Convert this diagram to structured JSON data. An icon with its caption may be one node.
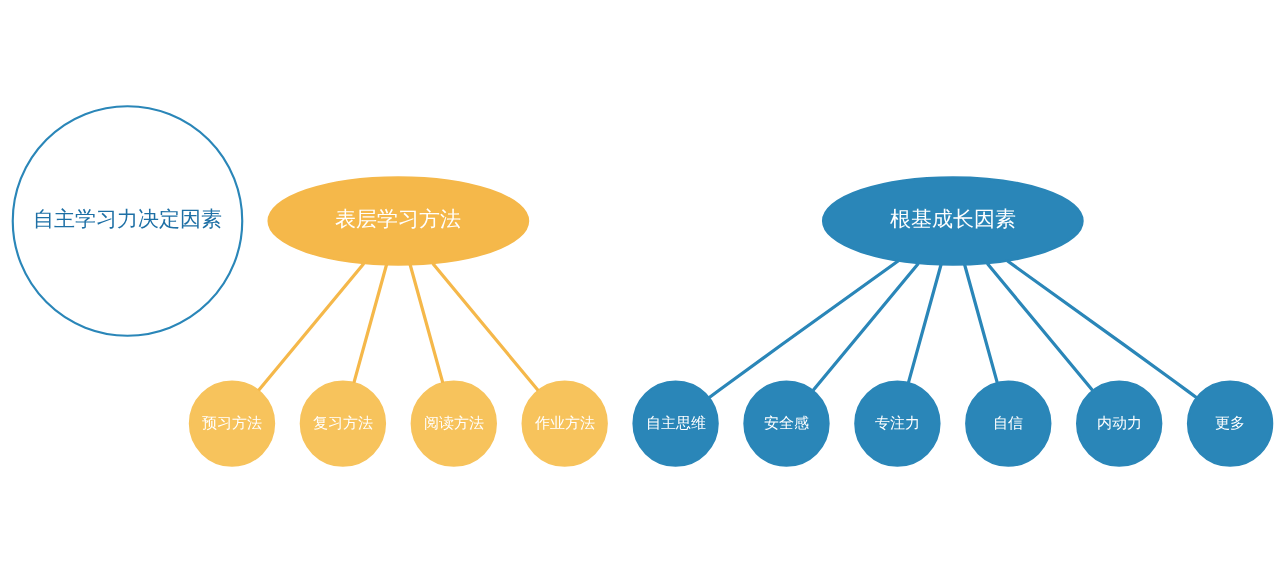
{
  "diagram": {
    "nodes": [
      {
        "text": [
          "自主学习力决定因素"
        ]
      },
      {
        "text": [
          "表层学习方法"
        ]
      },
      {
        "text": [
          "根基成长因素"
        ]
      },
      {
        "text": [
          "预习方法"
        ]
      },
      {
        "text": [
          "复习方法"
        ]
      },
      {
        "text": [
          "阅读方法"
        ]
      },
      {
        "text": [
          "作业方法"
        ]
      },
      {
        "text": [
          "自主思维"
        ]
      },
      {
        "text": [
          "安全感"
        ]
      },
      {
        "text": [
          "专注力"
        ]
      },
      {
        "text": [
          "自信"
        ]
      },
      {
        "text": [
          "内动力"
        ]
      },
      {
        "text": [
          "更多"
        ]
      }
    ],
    "edges": [
      {
        "from": 1,
        "to": 3,
        "arrow": "none",
        "color": "#f5b84a"
      },
      {
        "from": 1,
        "to": 4,
        "arrow": "none",
        "color": "#f5b84a"
      },
      {
        "from": 1,
        "to": 5,
        "arrow": "none",
        "color": "#f5b84a"
      },
      {
        "from": 1,
        "to": 6,
        "arrow": "none",
        "color": "#f5b84a"
      },
      {
        "from": 2,
        "to": 7,
        "arrow": "none"
      },
      {
        "from": 2,
        "to": 8,
        "arrow": "none"
      },
      {
        "from": 2,
        "to": 9,
        "arrow": "none"
      },
      {
        "from": 2,
        "to": 10,
        "arrow": "none"
      },
      {
        "from": 2,
        "to": 11,
        "arrow": "none"
      },
      {
        "from": 2,
        "to": 12,
        "arrow": "none"
      }
    ]
  }
}
